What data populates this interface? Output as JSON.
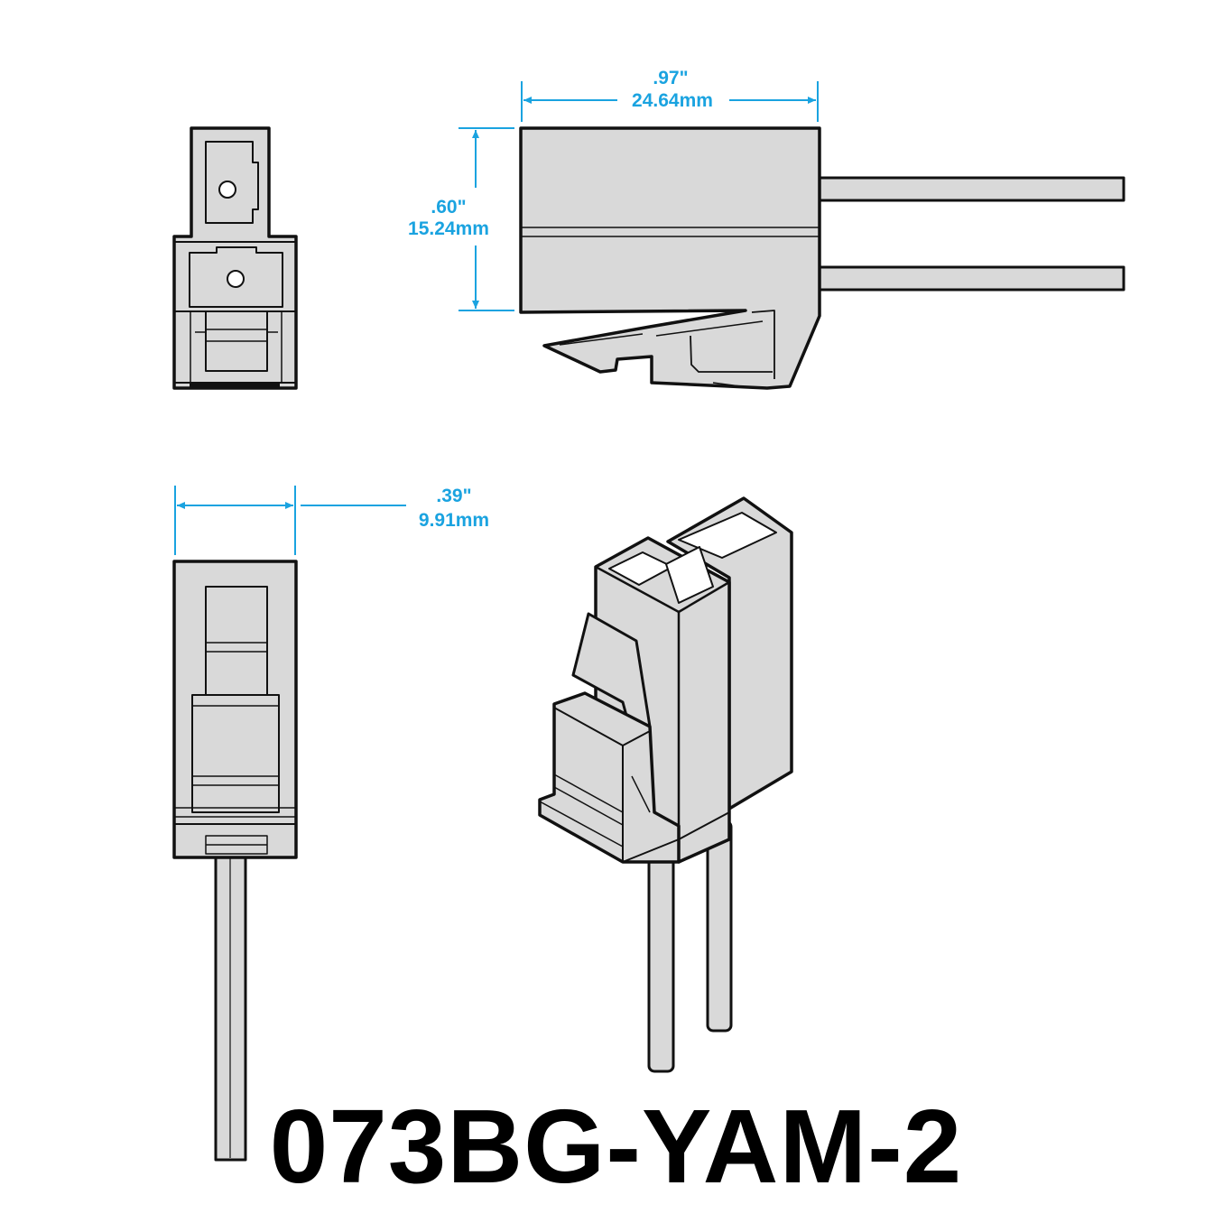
{
  "dimensions": {
    "length_in": ".97\"",
    "length_mm": "24.64mm",
    "height_in": ".60\"",
    "height_mm": "15.24mm",
    "width_in": ".39\"",
    "width_mm": "9.91mm"
  },
  "part_number": "073BG-YAM-2",
  "colors": {
    "body_fill": "#d9d9d9",
    "outline": "#111111",
    "dimension": "#1aa3e0",
    "text": "#000000"
  }
}
